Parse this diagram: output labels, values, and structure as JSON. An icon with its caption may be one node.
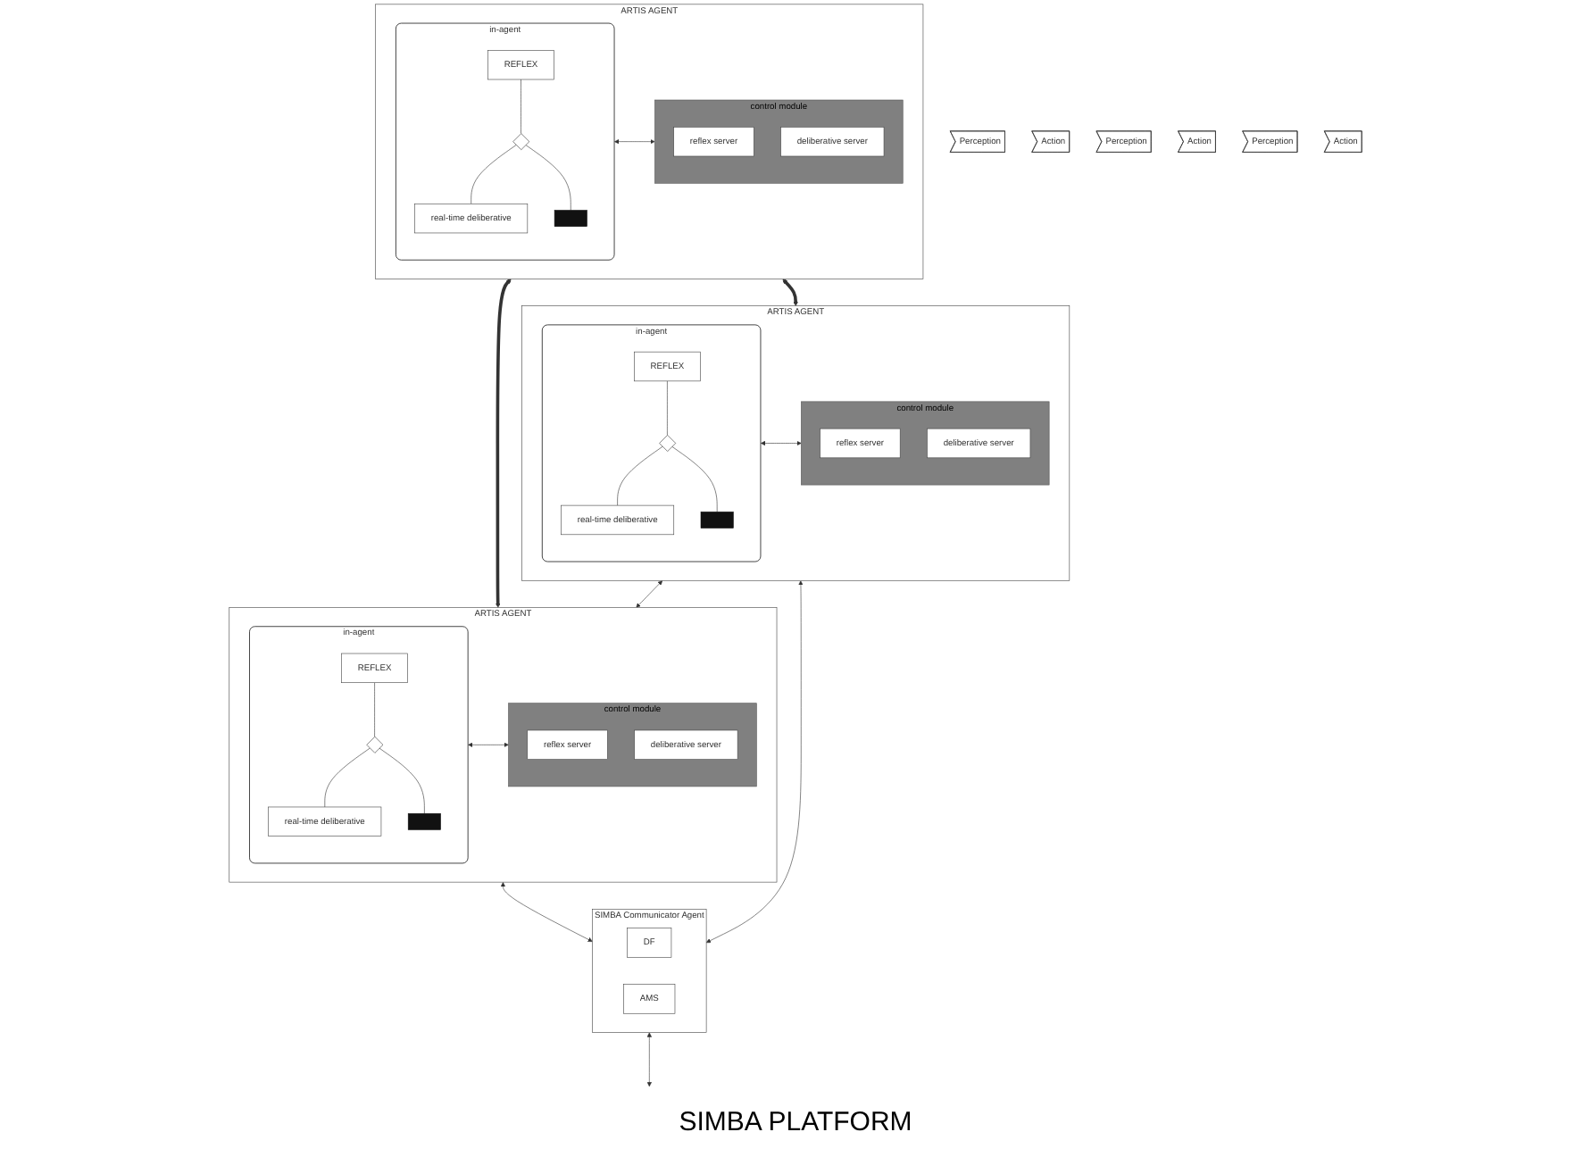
{
  "diagram": {
    "nodes": [
      {
        "text": [
          "ARTIS AGENT"
        ]
      },
      {
        "text": [
          "Perception"
        ]
      },
      {
        "text": [
          "Action"
        ]
      },
      {
        "text": [
          "in-agent"
        ],
        "in": 0
      },
      {
        "text": [
          "REFLEX"
        ],
        "in": 3
      },
      {
        "text": [],
        "shape": "diamond",
        "in": 3
      },
      {
        "text": [
          "real-time deliberative"
        ],
        "in": 3
      },
      {
        "text": [],
        "shape": "bar",
        "in": 3
      },
      {
        "text": [
          "control module"
        ],
        "in": 0
      },
      {
        "text": [
          "reflex server"
        ],
        "in": 8
      },
      {
        "text": [
          "deliberative server"
        ],
        "in": 8
      },
      {
        "text": [
          "ARTIS AGENT"
        ]
      },
      {
        "text": [
          "Perception"
        ]
      },
      {
        "text": [
          "Action"
        ]
      },
      {
        "text": [
          "in-agent"
        ],
        "in": 11
      },
      {
        "text": [
          "REFLEX"
        ],
        "in": 14
      },
      {
        "text": [],
        "shape": "diamond",
        "in": 14
      },
      {
        "text": [
          "real-time deliberative"
        ],
        "in": 14
      },
      {
        "text": [],
        "shape": "bar",
        "in": 14
      },
      {
        "text": [
          "control module"
        ],
        "in": 11
      },
      {
        "text": [
          "reflex server"
        ],
        "in": 19
      },
      {
        "text": [
          "deliberative server"
        ],
        "in": 19
      },
      {
        "text": [
          "ARTIS AGENT"
        ]
      },
      {
        "text": [
          "Perception"
        ]
      },
      {
        "text": [
          "Action"
        ]
      },
      {
        "text": [
          "in-agent"
        ],
        "in": 22
      },
      {
        "text": [
          "REFLEX"
        ],
        "in": 25
      },
      {
        "text": [],
        "shape": "diamond",
        "in": 25
      },
      {
        "text": [
          "real-time deliberative"
        ],
        "in": 25
      },
      {
        "text": [],
        "shape": "bar",
        "in": 25
      },
      {
        "text": [
          "control module"
        ],
        "in": 22
      },
      {
        "text": [
          "reflex server"
        ],
        "in": 30
      },
      {
        "text": [
          "deliberative server"
        ],
        "in": 30
      },
      {
        "text": [
          "SIMBA Communicator Agent"
        ]
      },
      {
        "text": [
          "DF"
        ],
        "in": 33
      },
      {
        "text": [
          "AMS"
        ],
        "in": 33
      }
    ],
    "edges": [
      {
        "from": 4,
        "to": 5,
        "arrow": "none"
      },
      {
        "from": 5,
        "to": 6,
        "arrow": "none"
      },
      {
        "from": 5,
        "to": 7,
        "arrow": "none"
      },
      {
        "from": 3,
        "to": 8,
        "arrow": "both"
      },
      {
        "from": 15,
        "to": 16,
        "arrow": "none"
      },
      {
        "from": 16,
        "to": 17,
        "arrow": "none"
      },
      {
        "from": 16,
        "to": 18,
        "arrow": "none"
      },
      {
        "from": 14,
        "to": 19,
        "arrow": "both"
      },
      {
        "from": 26,
        "to": 27,
        "arrow": "none"
      },
      {
        "from": 27,
        "to": 28,
        "arrow": "none"
      },
      {
        "from": 27,
        "to": 29,
        "arrow": "none"
      },
      {
        "from": 25,
        "to": 30,
        "arrow": "both"
      },
      {
        "from": 0,
        "to": 11,
        "arrow": "both",
        "style": "thick"
      },
      {
        "from": 0,
        "to": 22,
        "arrow": "both",
        "style": "thick"
      },
      {
        "from": 22,
        "to": 11,
        "arrow": "both"
      },
      {
        "from": 11,
        "to": 33,
        "arrow": "both"
      },
      {
        "from": 22,
        "to": 33,
        "arrow": "both"
      },
      {
        "from": 33,
        "to": null,
        "arrow": "both"
      }
    ],
    "labels": [
      "SIMBA PLATFORM"
    ]
  }
}
